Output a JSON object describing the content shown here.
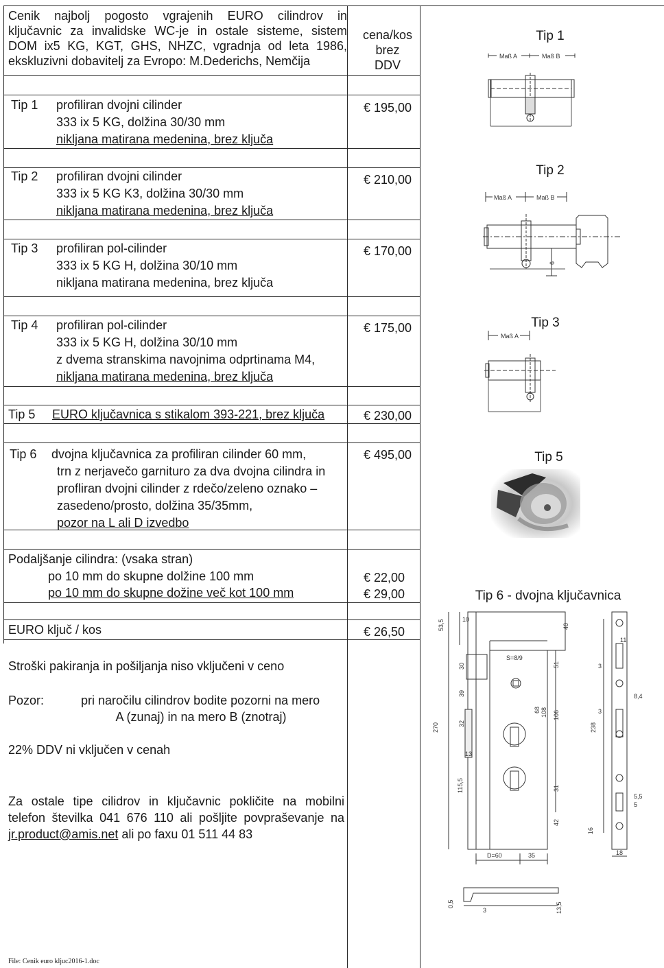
{
  "header": {
    "title_lines": [
      "Cenik najbolj pogosto vgrajenih EURO cilindrov in",
      "ključavnic za invalidske WC-je in ostale sisteme, sistem",
      "DOM ix5 KG, KGT, GHS, NHZC, vgradnja od leta 1986,",
      "ekskluzivni dobavitelj za Evropo: M.Dederichs, Nemčija"
    ],
    "price_header_lines": [
      "cena/kos",
      "brez",
      "DDV"
    ]
  },
  "items": [
    {
      "code": "Tip 1",
      "lines": [
        "profiliran dvojni cilinder",
        "333 ix 5 KG, dolžina 30/30 mm",
        "nikljana matirana medenina, brez ključa"
      ],
      "price": "€ 195,00"
    },
    {
      "code": "Tip 2",
      "lines": [
        "profiliran dvojni cilinder",
        "333 ix 5 KG K3, dolžina 30/30 mm",
        "nikljana matirana medenina, brez ključa"
      ],
      "price": "€ 210,00"
    },
    {
      "code": "Tip 3",
      "lines": [
        "profiliran pol-cilinder",
        "333 ix 5 KG H, dolžina 30/10 mm",
        "nikljana matirana medenina, brez ključa"
      ],
      "price": "€  170,00"
    },
    {
      "code": "Tip 4",
      "lines": [
        "profiliran pol-cilinder",
        "333 ix 5 KG H, dolžina 30/10 mm",
        " z dvema stranskima navojnima odprtinama M4,",
        "nikljana matirana medenina, brez ključa"
      ],
      "price": "€ 175,00"
    },
    {
      "code": "Tip 5",
      "lines": [
        "EURO ključavnica s stikalom 393-221, brez ključa"
      ],
      "price": "€ 230,00"
    },
    {
      "code": "Tip 6",
      "lines": [
        "dvojna ključavnica za profiliran cilinder 60 mm,",
        "trn z nerjavečo garnituro za dva dvojna cilindra in",
        "profliran dvojni cilinder z rdečo/zeleno oznako –",
        "zasedeno/prosto, dolžina 35/35mm,",
        "pozor na L ali D izvedbo"
      ],
      "price": "€ 495,00"
    }
  ],
  "extension": {
    "heading": "Podaljšanje cilindra: (vsaka stran)",
    "lines": [
      "po 10 mm do skupne dolžine 100 mm",
      "po 10 mm do skupne dožine več kot 100 mm"
    ],
    "prices": [
      "€ 22,00",
      "€ 29,00"
    ]
  },
  "key": {
    "label": "EURO ključ / kos",
    "price": "€ 26,50"
  },
  "notes": {
    "shipping": "Stroški pakiranja in pošiljanja niso vključeni v ceno",
    "attention_label": "Pozor:",
    "attention_lines": [
      "pri naročilu cilindrov bodite pozorni na mero",
      "A (zunaj) in na mero B (znotraj)"
    ],
    "vat": "22% DDV ni vključen v cenah",
    "contact_lines": [
      "Za ostale tipe cilidrov in ključavnic pokličite na mobilni",
      "telefon številka 041 676 110 ali pošljite povpraševanje na"
    ],
    "email": "jr.product@amis.net",
    "fax_text": " ali po faxu 01 511 44 83"
  },
  "figures": {
    "tip1": "Tip 1",
    "tip2": "Tip 2",
    "tip3": "Tip 3",
    "tip5": "Tip 5",
    "tip6": "Tip 6 - dvojna ključavnica",
    "mass_a": "Maß A",
    "mass_b": "Maß B",
    "dims": {
      "d1": "53,5",
      "d2": "10",
      "d3": "40",
      "d4": "30",
      "d5": "39",
      "d6": "32",
      "d7": "13",
      "d8": "115,5",
      "d9": "270",
      "d10": "S=8/9",
      "d11": "51",
      "d12": "68",
      "d13": "108",
      "d14": "106",
      "d15": "31",
      "d16": "42",
      "d17": "D=60",
      "d18": "35",
      "d19": "11",
      "d20": "3",
      "d21": "8,4",
      "d22": "3",
      "d23": "238",
      "d24": "5,5",
      "d25": "5",
      "d26": "16",
      "d27": "18",
      "d28": "0,5",
      "d29": "3",
      "d30": "13,5",
      "d31": "6"
    }
  },
  "footer": "File: Cenik euro kljuc2016-1.doc"
}
